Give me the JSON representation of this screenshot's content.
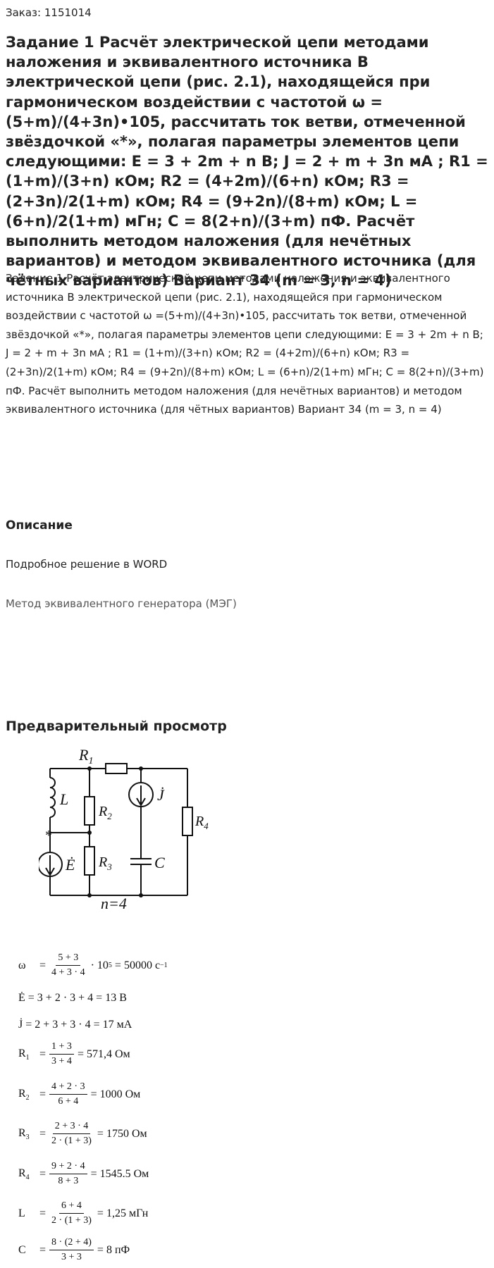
{
  "order": "Заказ: 1151014",
  "title": "Задание 1 Расчёт электрической цепи методами наложения и эквивалентного источника В электрической цепи (рис. 2.1), находящейся при гармоническом воздействии с частотой ω =(5+m)/(4+3n)•105, рассчитать ток ветви, отмеченной звёздочкой «*», полагая параметры элементов цепи следующими: E = 3 + 2m + n В; J = 2 + m + 3n мА ; R1 = (1+m)/(3+n) кОм; R2 = (4+2m)/(6+n) кОм; R3 = (2+3n)/2(1+m) кОм; R4 = (9+2n)/(8+m) кОм; L = (6+n)/2(1+m) мГн; C = 8(2+n)/(3+m) пФ. Расчёт выполнить методом наложения (для нечётных вариантов) и методом эквивалентного источника (для чётных вариантов) Вариант 34 (m = 3, n = 4)",
  "paragraph": "Задание 1 Расчёт электрической цепи методами наложения и эквивалентного источника В электрической цепи (рис. 2.1), находящейся при гармоническом воздействии с частотой ω =(5+m)/(4+3n)•105, рассчитать ток ветви, отмеченной звёздочкой «*», полагая параметры элементов цепи следующими: E = 3 + 2m + n В; J = 2 + m + 3n мА ; R1 = (1+m)/(3+n) кОм; R2 = (4+2m)/(6+n) кОм; R3 = (2+3n)/2(1+m) кОм; R4 = (9+2n)/(8+m) кОм; L = (6+n)/2(1+m) мГн; C = 8(2+n)/(3+m) пФ. Расчёт выполнить методом наложения (для нечётных вариантов) и методом эквивалентного источника (для чётных вариантов) Вариант 34 (m = 3, n = 4)",
  "description": {
    "heading": "Описание",
    "line1": "Подробное решение в WORD",
    "line2": "Метод эквивалентного генератора (МЭГ)"
  },
  "preview": {
    "heading": "Предварительный просмотр",
    "circuit_labels": {
      "r1": "R",
      "r1_sub": "1",
      "r2": "R",
      "r2_sub": "2",
      "r3": "R",
      "r3_sub": "3",
      "r4": "R",
      "r4_sub": "4",
      "l": "L",
      "e": "Ė",
      "j": "J̇",
      "c": "C",
      "star": "*",
      "n": "n=4"
    },
    "calc": {
      "omega": {
        "lhs": "ω",
        "num": "5 + 3",
        "den": "4 + 3 · 4",
        "rest": "· 10",
        "exp": "5",
        "result": "= 50000 с",
        "result_exp": "−1"
      },
      "e": {
        "text": "Ė  =  3  +  2 · 3  +  4 = 13 В"
      },
      "j": {
        "text": "J̇  =  2  +  3  +  3 · 4 = 17 мА"
      },
      "r1": {
        "lhs": "R",
        "sub": "1",
        "num": "1 + 3",
        "den": "3 + 4",
        "result": "= 571,4 Ом"
      },
      "r2": {
        "lhs": "R",
        "sub": "2",
        "num": "4 + 2 · 3",
        "den": "6 + 4",
        "result": "= 1000 Ом"
      },
      "r3": {
        "lhs": "R",
        "sub": "3",
        "num": "2 + 3 · 4",
        "den": "2 · (1 + 3)",
        "result": "= 1750 Ом"
      },
      "r4": {
        "lhs": "R",
        "sub": "4",
        "num": "9 + 2 · 4",
        "den": "8 + 3",
        "result": "= 1545.5 Ом"
      },
      "l": {
        "lhs": "L",
        "num": "6 + 4",
        "den": "2 · (1 + 3)",
        "result": "= 1,25 мГн"
      },
      "c": {
        "lhs": "C",
        "num": "8 · (2 + 4)",
        "den": "3 + 3",
        "result": "= 8 пФ"
      }
    }
  }
}
